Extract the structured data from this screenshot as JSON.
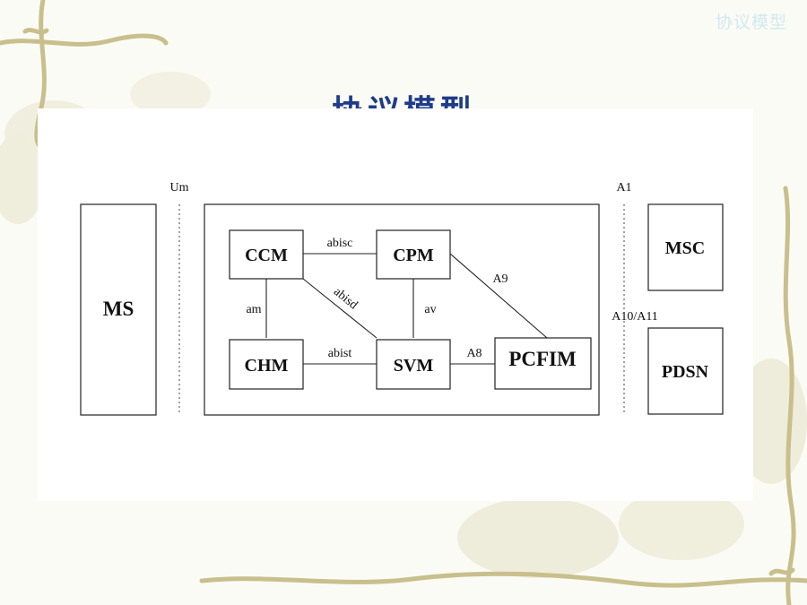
{
  "slide": {
    "corner_title": "协议模型",
    "title": "协议模型"
  },
  "diagram": {
    "nodes": {
      "ms": "MS",
      "ccm": "CCM",
      "cpm": "CPM",
      "chm": "CHM",
      "svm": "SVM",
      "pcfim": "PCFIM",
      "msc": "MSC",
      "pdsn": "PDSN"
    },
    "interfaces": {
      "um": "Um",
      "a1": "A1",
      "a10_a11": "A10/A11",
      "abisc": "abisc",
      "abisd": "abisd",
      "am": "am",
      "av": "av",
      "abist": "abist",
      "a8": "A8",
      "a9": "A9"
    }
  },
  "colors": {
    "title": "#1f3c8a",
    "corner_title": "#cfeaf0",
    "decor_vine": "#c9bf8d"
  }
}
